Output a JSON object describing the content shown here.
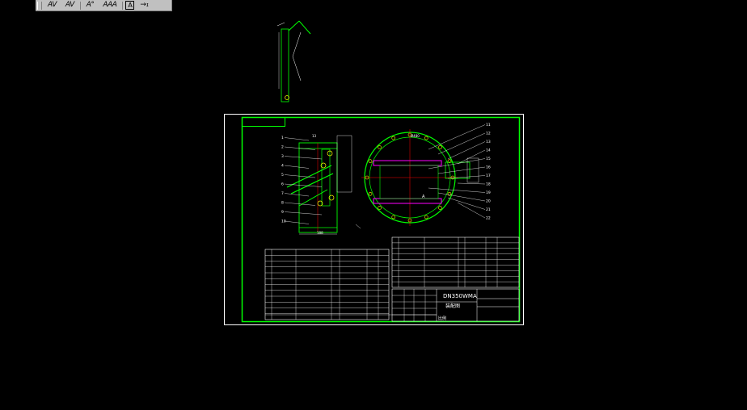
{
  "toolbar": {
    "buttons": [
      {
        "label": "AV"
      },
      {
        "label": "AV"
      },
      {
        "label": "A°"
      },
      {
        "label": "AAA"
      },
      {
        "label": "A"
      },
      {
        "label": "→₁"
      }
    ]
  },
  "drawing": {
    "title_block": {
      "drawing_name": "DN350WMA",
      "sub_title": "装配图",
      "note": "比例"
    },
    "part_callouts_left": [
      "1",
      "2",
      "3",
      "4",
      "5",
      "6",
      "7",
      "8",
      "9",
      "10"
    ],
    "part_callouts_right": [
      "11",
      "12",
      "13",
      "14",
      "15",
      "16",
      "17",
      "18",
      "19",
      "20",
      "21",
      "22"
    ],
    "dim_left_bottom": "188",
    "dim_right_pitch": "Ø480",
    "detail_label": "A"
  },
  "colors": {
    "background": "#000000",
    "frame": "#ffffff",
    "border": "#00ff00",
    "lines": "#00ff00",
    "text": "#ffffff",
    "accent": "#ff00ff",
    "axis": "#ff0000",
    "bolt": "#ffff00"
  }
}
